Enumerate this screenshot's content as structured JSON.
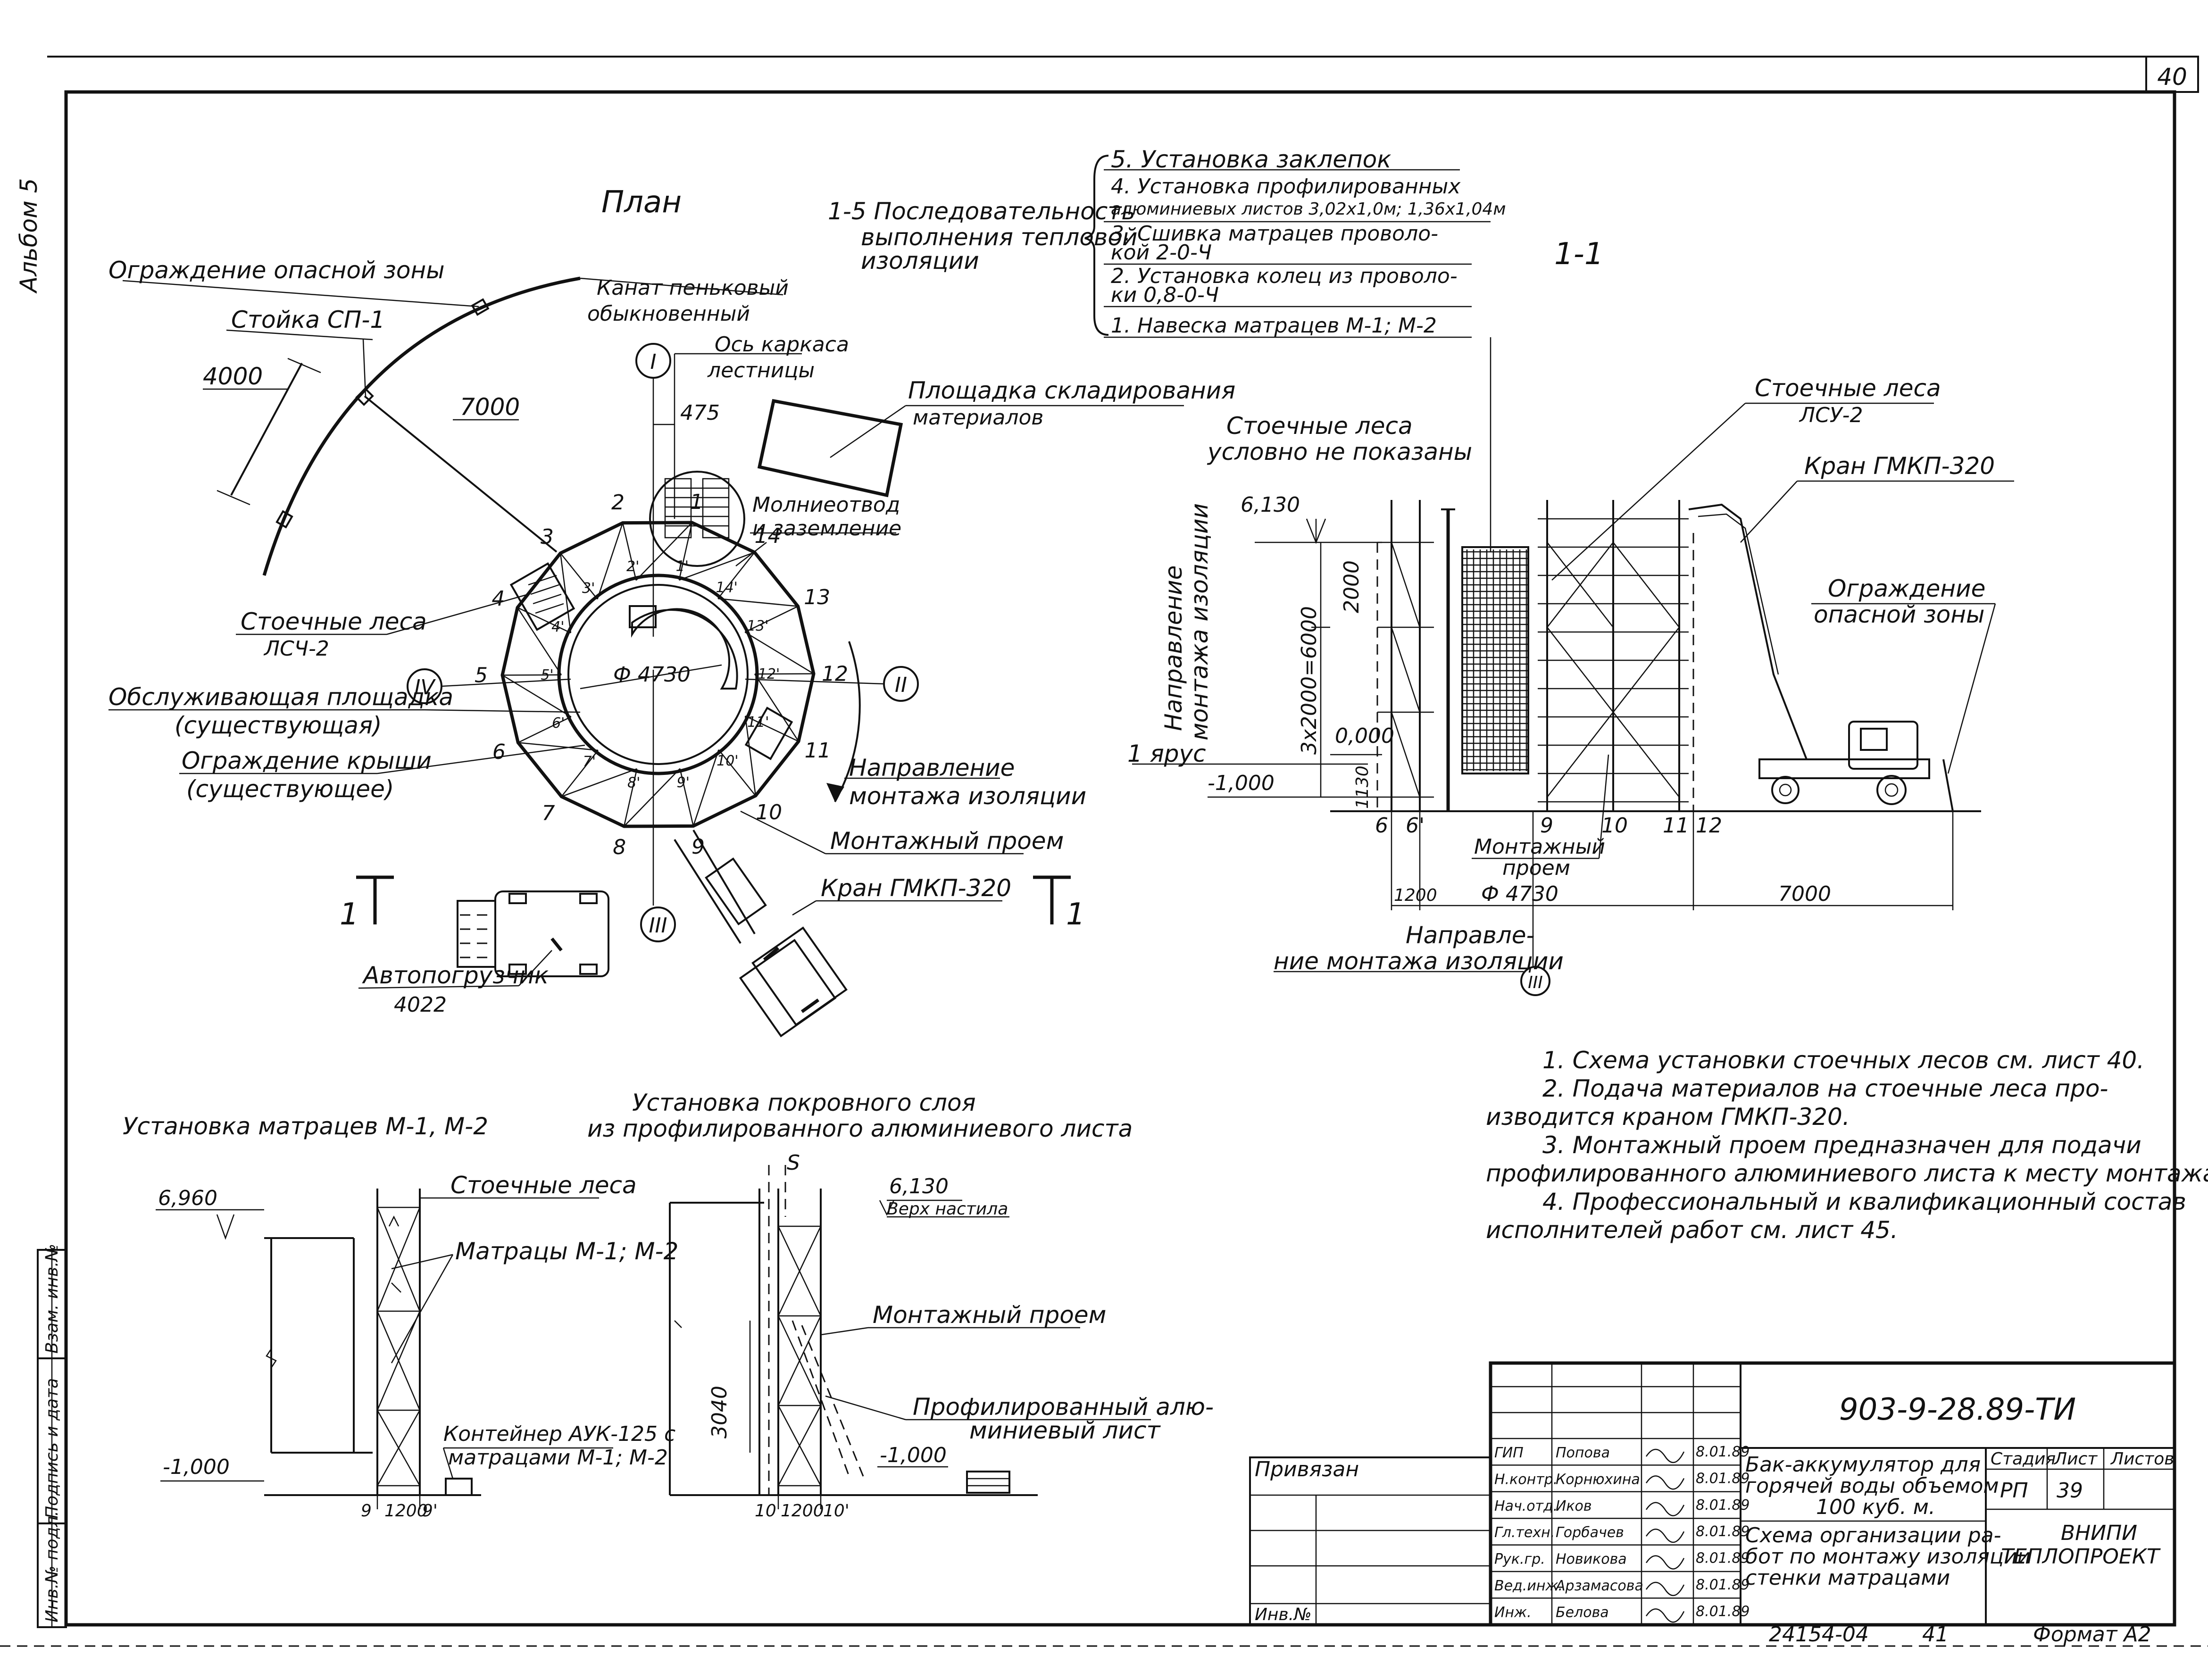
{
  "album_label": "Альбом 5",
  "sheet_no_top": "40",
  "plan": {
    "title": "План",
    "hazard_fence": "Ограждение опасной зоны",
    "rope": [
      "Канат пеньковый",
      "обыкновенный"
    ],
    "post": "Стойка СП-1",
    "dim_4000": "4000",
    "dim_7000": "7000",
    "axis_ladder": [
      "Ось каркаса",
      "лестницы"
    ],
    "dim_475": "475",
    "storage": [
      "Площадка складирования",
      "материалов"
    ],
    "lightning": [
      "Молниеотвод",
      "и заземление"
    ],
    "scaffold": [
      "Стоечные леса",
      "ЛСЧ-2"
    ],
    "service_platform": [
      "Обслуживающая площадка",
      "(существующая)"
    ],
    "roof_fence": [
      "Ограждение крыши",
      "(существующее)"
    ],
    "direction": [
      "Направление",
      "монтажа изоляции"
    ],
    "opening": "Монтажный проем",
    "crane": "Кран ГМКП-320",
    "loader": [
      "Автопогрузчик",
      "4022"
    ],
    "diameter": "Ф 4730",
    "axes": [
      "I",
      "II",
      "III",
      "IV"
    ],
    "nodes": [
      "1",
      "2",
      "3",
      "4",
      "5",
      "6",
      "7",
      "8",
      "9",
      "10",
      "11",
      "12",
      "13",
      "14"
    ],
    "inner_nodes": [
      "1'",
      "2'",
      "3'",
      "4'",
      "5'",
      "6'",
      "7'",
      "8'",
      "9'",
      "10'",
      "11'",
      "12'",
      "13'",
      "14'"
    ],
    "cut_mark": "1"
  },
  "sequence": {
    "label": [
      "1-5 Последовательность",
      "выполнения тепловой",
      "изоляции"
    ],
    "steps": [
      [
        "5. Установка заклепок"
      ],
      [
        "4. Установка профилированных",
        "алюминиевых листов 3,02х1,0м; 1,36х1,04м"
      ],
      [
        "3. Сшивка матрацев проволо-",
        "кой 2-0-Ч"
      ],
      [
        "2. Установка колец из проволо-",
        "ки 0,8-0-Ч"
      ],
      [
        "1. Навеска матрацев М-1; М-2"
      ]
    ]
  },
  "section": {
    "title": "1-1",
    "scaffold_hidden": [
      "Стоечные леса",
      "условно не показаны"
    ],
    "scaffold": [
      "Стоечные леса",
      "ЛСУ-2"
    ],
    "crane": "Кран ГМКП-320",
    "fence": [
      "Ограждение",
      "опасной зоны"
    ],
    "direction_vert": [
      "Направление",
      "монтажа изоляции"
    ],
    "elev_top": "6,130",
    "dim_2000": "2000",
    "dim_6000": "3х2000=6000",
    "elev_zero": "0,000",
    "tier": "1 ярус",
    "elev_minus": "-1,000",
    "dim_1130": "1130",
    "axes_bottom": [
      "6",
      "6'",
      "9",
      "10",
      "11",
      "12"
    ],
    "opening": [
      "Монтажный",
      "проем"
    ],
    "dim_1200": "1200",
    "diameter": "Ф 4730",
    "dim_7000": "7000",
    "direction_bottom": [
      "Направле-",
      "ние монтажа изоляции"
    ],
    "axis_III": "III"
  },
  "notes": [
    "1. Схема установки стоечных лесов см. лист 40.",
    "2. Подача материалов на стоечные леса про-",
    "изводится краном ГМКП-320.",
    "3. Монтажный проем предназначен для подачи",
    "профилированного алюминиевого листа к месту монтажа.",
    "4. Профессиональный и квалификационный состав",
    "исполнителей работ см. лист 45."
  ],
  "mattress": {
    "title": "Установка матрацев М-1, М-2",
    "elev_top": "6,960",
    "scaffold": "Стоечные леса",
    "mattresses": "Матрацы М-1; М-2",
    "container": [
      "Контейнер АУК-125 с",
      "матрацами М-1; М-2"
    ],
    "elev_minus": "-1,000",
    "axes": [
      "9",
      "1200",
      "9'"
    ]
  },
  "cover": {
    "title": [
      "Установка покровного слоя",
      "из профилированного алюминиевого листа"
    ],
    "elev_top": "6,130",
    "deck": "Верх настила",
    "opening": "Монтажный проем",
    "sheet": [
      "Профилированный алю-",
      "миниевый лист"
    ],
    "dim_3040": "3040",
    "elev_minus": "-1,000",
    "axes": [
      "10",
      "1200",
      "10'"
    ]
  },
  "side_stamp": [
    "Инв.№ подл.",
    "Подпись и дата",
    "Взам. инв.№"
  ],
  "title_block": {
    "code": "903-9-28.89-ТИ",
    "privyazan": "Привязан",
    "inv": "Инв.№",
    "roles": [
      "ГИП",
      "Н.контр.",
      "Нач.отд.",
      "Гл.техн.",
      "Рук.гр.",
      "Вед.инж.",
      "Инж."
    ],
    "names": [
      "Попова",
      "Корнюхина",
      "Иков",
      "Горбачев",
      "Новикова",
      "Арзамасова",
      "Белова"
    ],
    "dates": [
      "8.01.89",
      "8.01.89",
      "8.01.89",
      "8.01.89",
      "8.01.89",
      "8.01.89",
      "8.01.89"
    ],
    "object": [
      "Бак-аккумулятор для",
      "горячей воды объемом",
      "100 куб. м."
    ],
    "sheet_title": [
      "Схема организации ра-",
      "бот по монтажу изоляции",
      "стенки матрацами"
    ],
    "stage_h": "Стадия",
    "list_h": "Лист",
    "lists_h": "Листов",
    "stage": "РП",
    "list": "39",
    "org": [
      "ВНИПИ",
      "ТЕПЛОПРОЕКТ"
    ],
    "bottom_code": "24154-04",
    "bottom_no": "41",
    "format": "Формат А2"
  }
}
